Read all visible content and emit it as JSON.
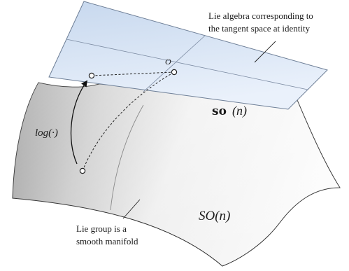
{
  "diagram": {
    "plane_annotation_line1": "Lie algebra corresponding to",
    "plane_annotation_line2": "the tangent space at identity",
    "origin_label": "O",
    "algebra_label_prefix": "so",
    "algebra_label_suffix": "(n)",
    "log_label": "log(·)",
    "group_label": "SO(n)",
    "manifold_annotation_line1": "Lie  group  is  a",
    "manifold_annotation_line2": "smooth manifold"
  },
  "colors": {
    "plane_fill_top": "#cddcf0",
    "plane_fill_bottom": "#e9f0fa",
    "plane_stroke": "#6e7f97",
    "surface_dark": "#8c8c8c",
    "surface_light": "#f7f7f7",
    "outline": "#2a2a2a"
  }
}
